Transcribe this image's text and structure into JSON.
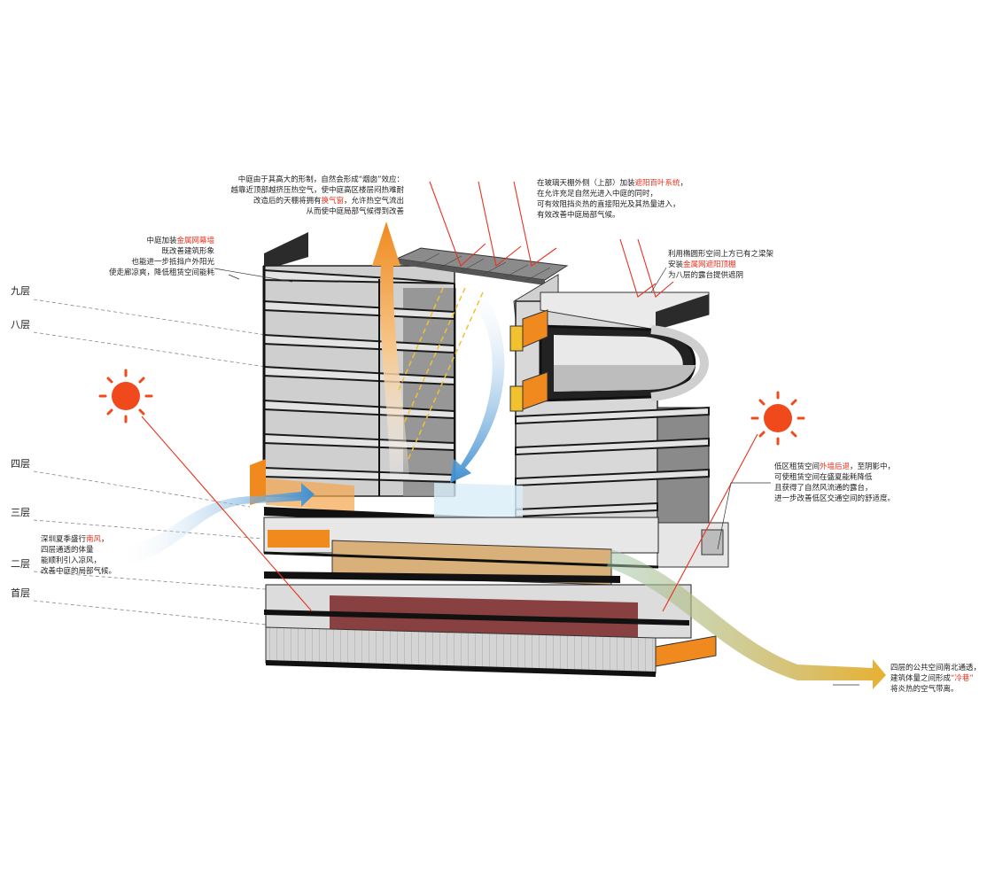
{
  "colors": {
    "accent_red": "#e8321e",
    "sun": "#f04a1c",
    "orange": "#f08a1e",
    "gold": "#e8b030",
    "cool_blue": "#3f8fd0",
    "slab": "#1a1a1a",
    "glass": "#e6e6e6"
  },
  "floor_labels": [
    "九层",
    "八层",
    "四层",
    "三层",
    "二层",
    "首层"
  ],
  "notes": {
    "chimney": {
      "l1": "中庭由于其高大的形制，自然会形成“烟囱”效应：",
      "l2": "越靠近顶部越挤压热空气，使中庭高区楼层闷热难耐",
      "l3a": "改造后的天棚将拥有",
      "l3r": "换气窗",
      "l3b": "，允许热空气流出",
      "l4": "从而使中庭局部气候得到改善"
    },
    "louver": {
      "l1a": "在玻璃天棚外侧（上部）加装",
      "l1r": "遮阳百叶系统",
      "l1b": "，",
      "l2": "在允许充足自然光进入中庭的同时，",
      "l3": "可有效阻挡炎热的直接阳光及其热量进入，",
      "l4": "有效改善中庭局部气候。"
    },
    "mesh": {
      "l1a": "中庭加装",
      "l1r": "金属网幕墙",
      "l2": "既改善建筑形象",
      "l3": "也能进一步抵挡户外阳光",
      "l4": "使走廊凉爽，降低租赁空间能耗"
    },
    "grille": {
      "l1": "利用椭圆形空间上方已有之梁架",
      "l2a": "安装",
      "l2r": "金属网遮阳顶棚",
      "l3": "为八层的露台提供遮阴"
    },
    "corridor": {
      "l1a": "低区租赁空间",
      "l1r": "外墙后退",
      "l1b": "，至阴影中，",
      "l2": "可使租赁空间在盛夏能耗降低",
      "l3": "且获得了自然风流通的露台，",
      "l4": "进一步改善低区交通空间的舒适度。"
    },
    "southwind": {
      "l1a": "深圳夏季盛行",
      "l1r": "南风",
      "l1b": "，",
      "l2": "四层通透的体量",
      "l3": "能顺利引入凉风，",
      "l4": "改善中庭的局部气候。"
    },
    "coldlane": {
      "l1": "四层的公共空间南北通透，",
      "l2a": "建筑体量之间形成",
      "l2r": "“冷巷”",
      "l3": "将炎热的空气带离。"
    }
  }
}
